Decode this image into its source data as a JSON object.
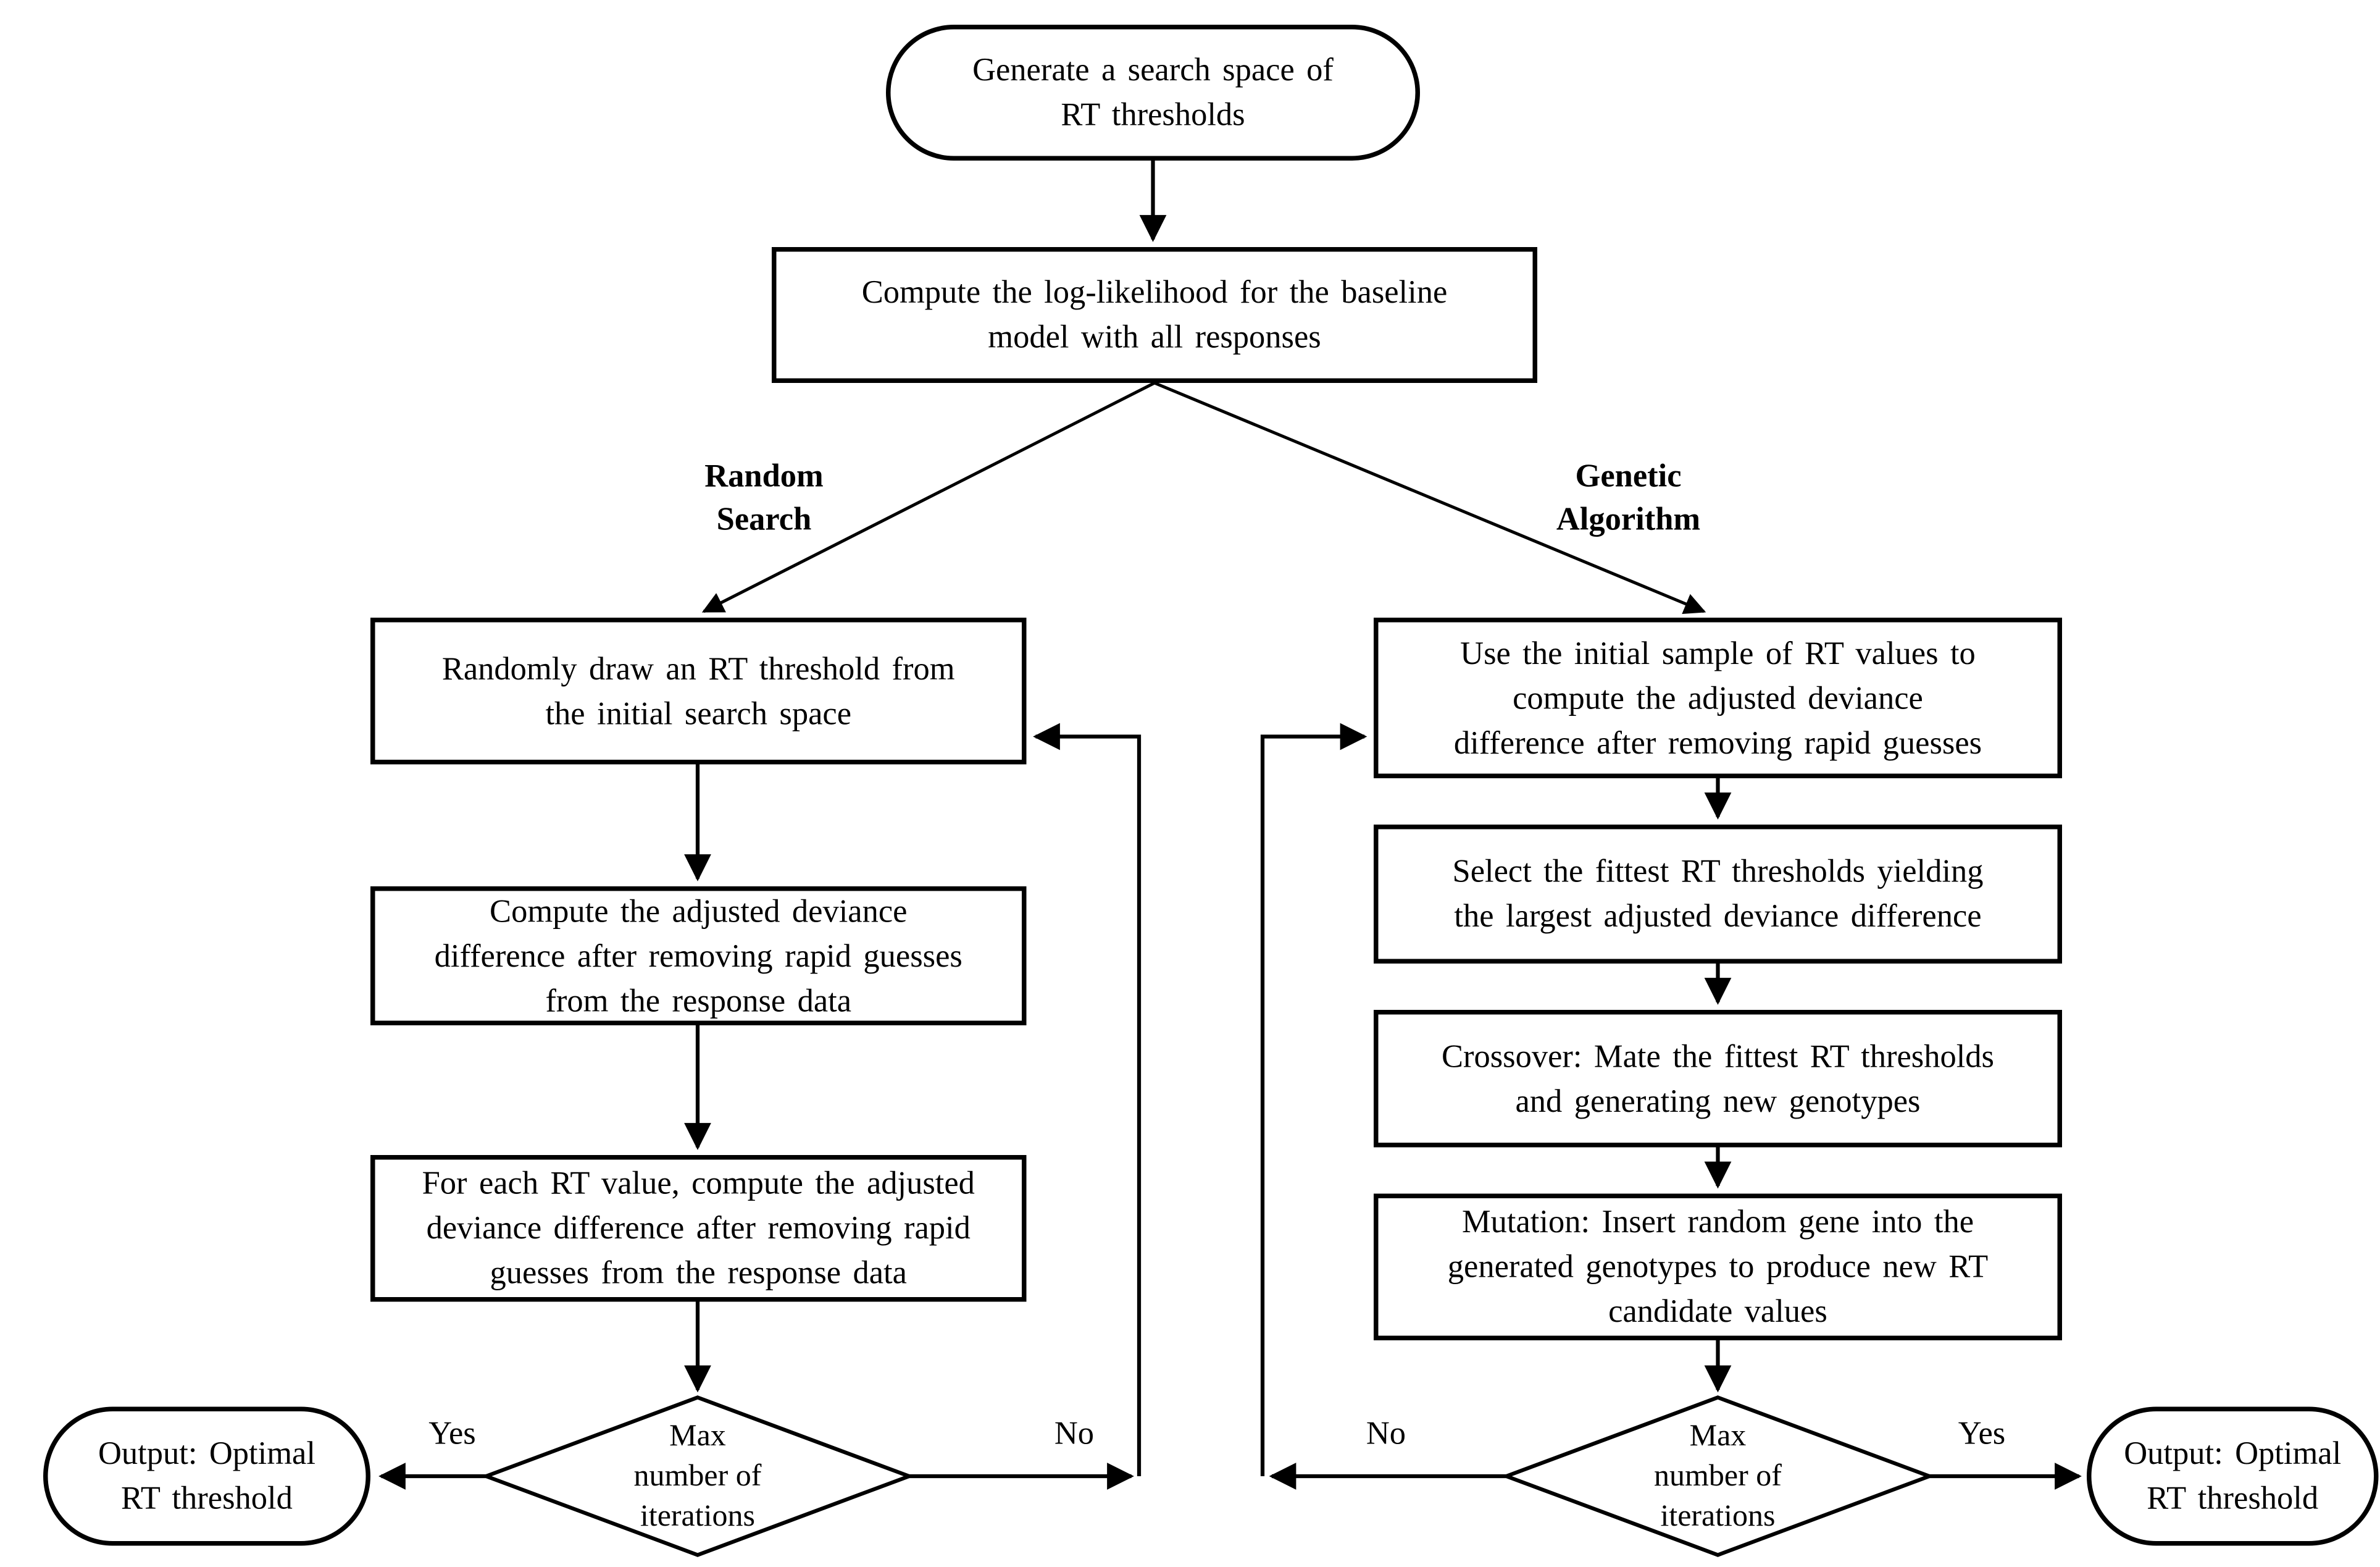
{
  "flowchart": {
    "start": "Generate a search space of\nRT thresholds",
    "baseline": "Compute the log-likelihood for the baseline\nmodel with all responses",
    "left": {
      "branch_label": "Random\nSearch",
      "steps": [
        "Randomly draw an RT threshold from\nthe initial search space",
        "Compute the adjusted deviance\ndifference after removing rapid guesses\nfrom the response data",
        "For each RT value, compute the adjusted\ndeviance difference after removing rapid\nguesses from the response data"
      ],
      "decision": "Max\nnumber of\niterations",
      "yes_label": "Yes",
      "no_label": "No",
      "output": "Output: Optimal\nRT threshold"
    },
    "right": {
      "branch_label": "Genetic\nAlgorithm",
      "steps": [
        "Use the initial sample of RT values to\ncompute the adjusted deviance\ndifference after removing rapid guesses",
        "Select the fittest RT thresholds yielding\nthe largest adjusted deviance difference",
        "Crossover: Mate the fittest RT thresholds\nand generating new genotypes",
        "Mutation: Insert random gene into the\ngenerated genotypes to produce new RT\ncandidate values"
      ],
      "decision": "Max\nnumber of\niterations",
      "yes_label": "Yes",
      "no_label": "No",
      "output": "Output: Optimal\nRT threshold"
    },
    "colors": {
      "stroke": "#000000",
      "background": "#ffffff"
    }
  }
}
